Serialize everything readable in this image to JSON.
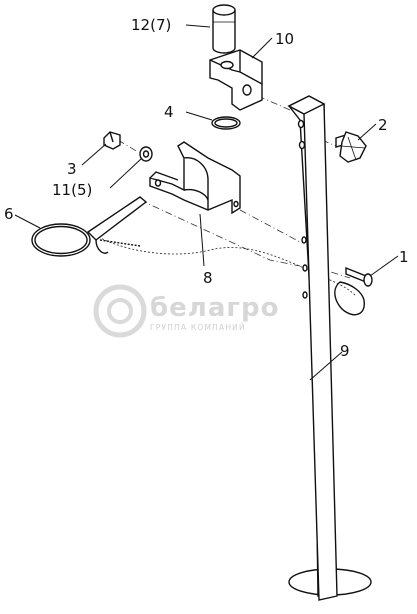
{
  "watermark": {
    "brand": "белагро",
    "tagline": "ГРУППА КОМПАНИЙ"
  },
  "callouts": [
    {
      "id": "12",
      "text": "12(7)"
    },
    {
      "id": "10",
      "text": "10"
    },
    {
      "id": "4",
      "text": "4"
    },
    {
      "id": "2",
      "text": "2"
    },
    {
      "id": "3",
      "text": "3"
    },
    {
      "id": "11",
      "text": "11(5)"
    },
    {
      "id": "6",
      "text": "6"
    },
    {
      "id": "8",
      "text": "8"
    },
    {
      "id": "1",
      "text": "1"
    },
    {
      "id": "9",
      "text": "9"
    }
  ]
}
